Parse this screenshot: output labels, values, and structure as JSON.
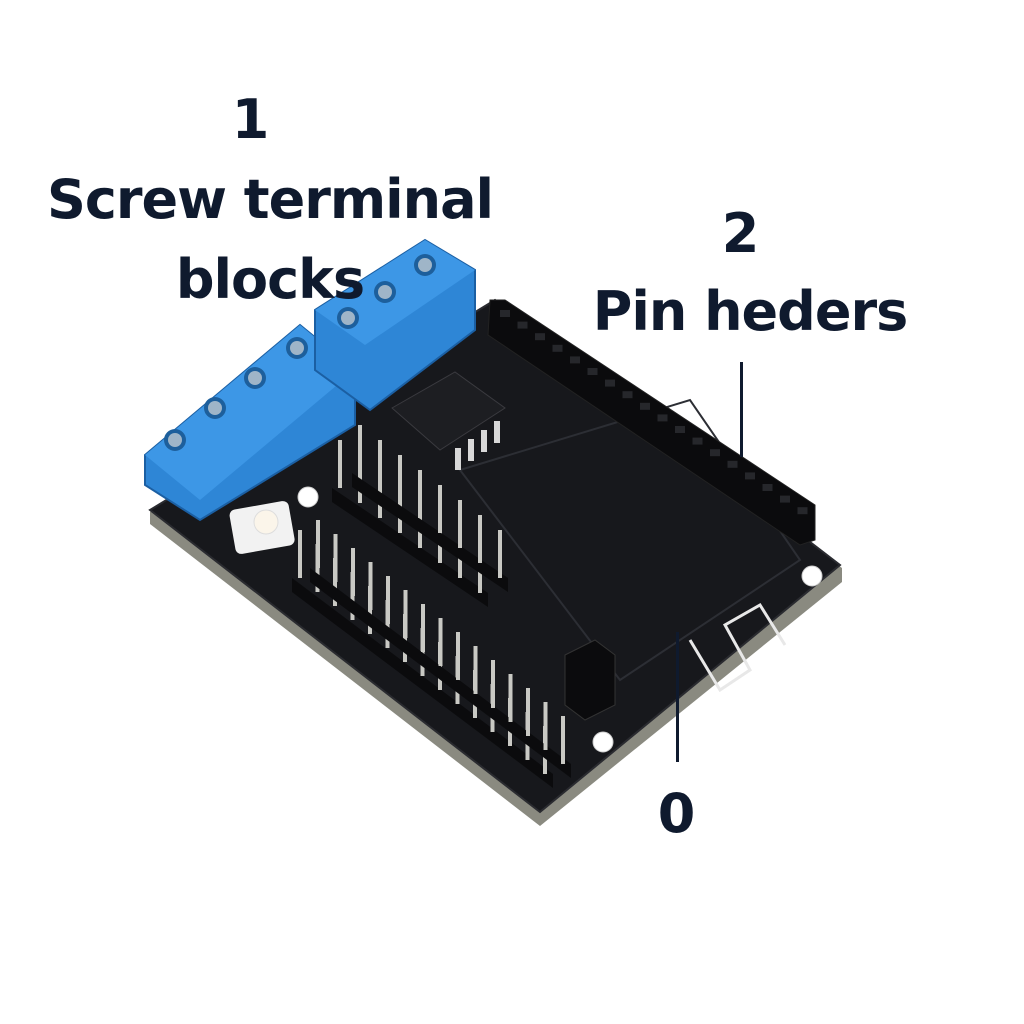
{
  "callouts": [
    {
      "number": "1",
      "label_lines": [
        "Screw terminal",
        "blocks"
      ]
    },
    {
      "number": "2",
      "label_lines": [
        "Pin heders"
      ]
    },
    {
      "number": "0",
      "label_lines": []
    }
  ],
  "colors": {
    "label": "#0f1a2e",
    "board": "#16171b",
    "terminal": "#2e86d6",
    "background": "#ffffff"
  }
}
